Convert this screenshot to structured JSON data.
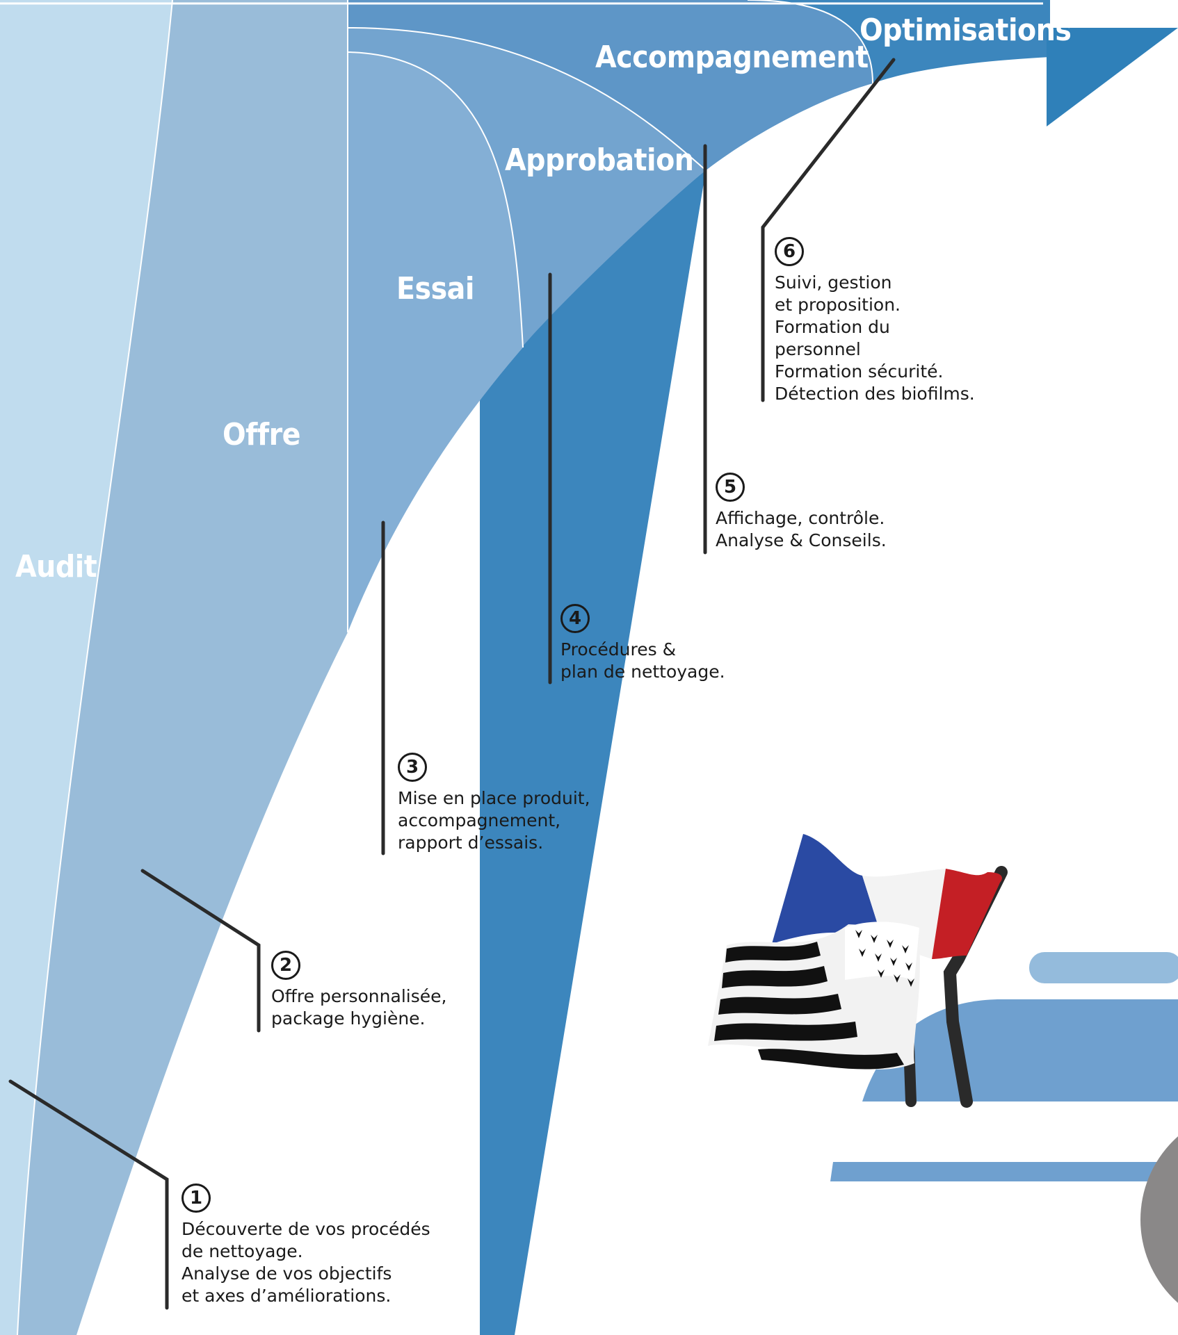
{
  "stages": [
    {
      "id": "audit",
      "label": "Audit"
    },
    {
      "id": "offre",
      "label": "Offre"
    },
    {
      "id": "essai",
      "label": "Essai"
    },
    {
      "id": "approbation",
      "label": "Approbation"
    },
    {
      "id": "accompagnement",
      "label": "Accompagnement"
    },
    {
      "id": "optimisations",
      "label": "Optimisations"
    }
  ],
  "steps": [
    {
      "number": "1",
      "text": "Découverte de vos procédés\nde nettoyage.\nAnalyse de vos objectifs\net axes d’améliorations."
    },
    {
      "number": "2",
      "text": "Offre personnalisée,\npackage hygiène."
    },
    {
      "number": "3",
      "text": "Mise en place produit,\naccompagnement,\nrapport d’essais."
    },
    {
      "number": "4",
      "text": "Procédures &\nplan de nettoyage."
    },
    {
      "number": "5",
      "text": "Affichage, contrôle.\nAnalyse & Conseils."
    },
    {
      "number": "6",
      "text": "Suivi, gestion\net proposition.\nFormation du\npersonnel\nFormation sécurité.\nDétection des biofilms."
    }
  ],
  "colors": {
    "audit": "#c0dcee",
    "offre": "#99bcd9",
    "essai": "#84afd5",
    "approbation": "#73a4cf",
    "accompagnement": "#5e96c7",
    "optimisations": "#3c86bd",
    "arrow": "#2f80b9",
    "accent_bar": "#94bbdc",
    "accent_block": "#6fa0cf",
    "grey_circle": "#8a8888",
    "line": "#2a2a2a"
  },
  "decorations": {
    "flags_icon": "flags-france-bretagne-icon"
  }
}
